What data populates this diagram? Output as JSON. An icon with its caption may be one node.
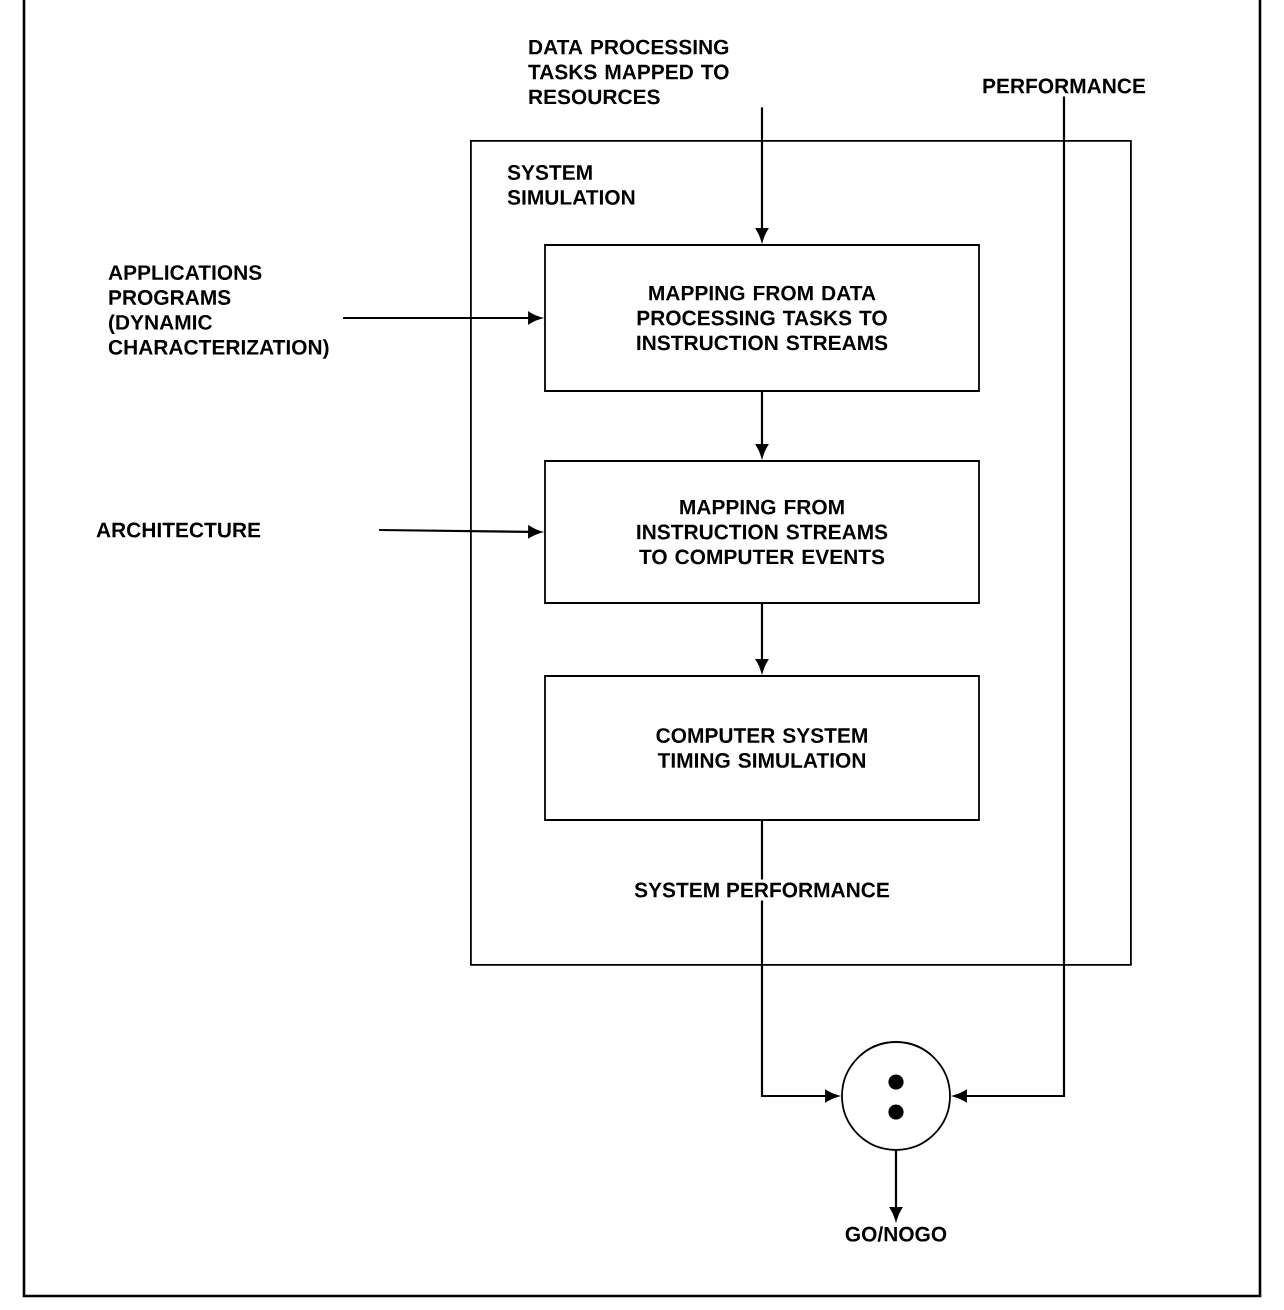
{
  "diagram": {
    "nodes": [
      {
        "text": [
          "SYSTEM SIMULATION"
        ]
      },
      {
        "text": [
          "MAPPING FROM DATA PROCESSING TASKS TO INSTRUCTION STREAMS"
        ],
        "in": 0
      },
      {
        "text": [
          "MAPPING FROM INSTRUCTION STREAMS TO COMPUTER EVENTS"
        ],
        "in": 0
      },
      {
        "text": [
          "COMPUTER SYSTEM TIMING SIMULATION"
        ],
        "in": 0
      },
      {
        "text": [
          "DATA PROCESSING TASKS MAPPED TO RESOURCES"
        ]
      },
      {
        "text": [
          "APPLICATIONS PROGRAMS (DYNAMIC CHARACTERIZATION)"
        ]
      },
      {
        "text": [
          "ARCHITECTURE"
        ]
      },
      {
        "text": [
          "PERFORMANCE"
        ]
      },
      {
        "text": [],
        "shape": "circle"
      },
      {
        "text": [
          "GO/NOGO"
        ]
      }
    ],
    "edges": [
      {
        "from": 4,
        "to": 1,
        "arrow": "to"
      },
      {
        "from": 5,
        "to": 1,
        "arrow": "to"
      },
      {
        "from": 6,
        "to": 2,
        "arrow": "to"
      },
      {
        "from": 1,
        "to": 2,
        "arrow": "to"
      },
      {
        "from": 2,
        "to": 3,
        "arrow": "to"
      },
      {
        "from": 3,
        "to": 8,
        "arrow": "to",
        "label": "SYSTEM PERFORMANCE"
      },
      {
        "from": 7,
        "to": 8,
        "arrow": "to"
      },
      {
        "from": 8,
        "to": 9,
        "arrow": "to"
      }
    ]
  }
}
